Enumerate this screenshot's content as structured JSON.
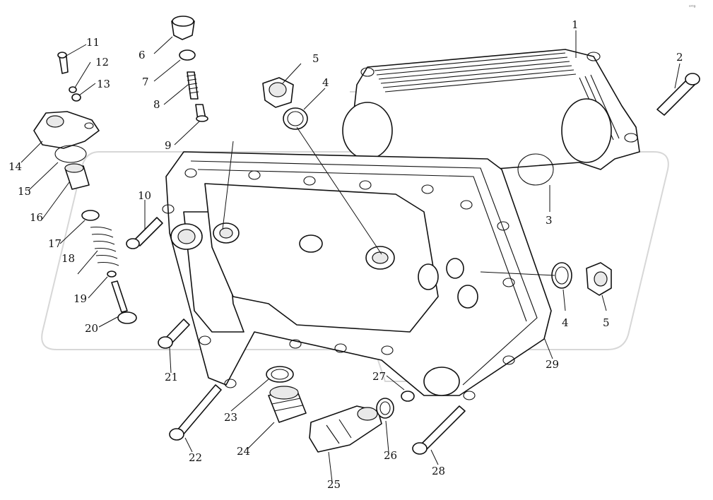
{
  "corner_mark": "ᵒʳᶦᵍ",
  "callouts": [
    {
      "n": "1"
    },
    {
      "n": "2"
    },
    {
      "n": "3"
    },
    {
      "n": "4"
    },
    {
      "n": "5"
    },
    {
      "n": "4"
    },
    {
      "n": "5"
    },
    {
      "n": "6"
    },
    {
      "n": "7"
    },
    {
      "n": "8"
    },
    {
      "n": "9"
    },
    {
      "n": "10"
    },
    {
      "n": "11"
    },
    {
      "n": "12"
    },
    {
      "n": "13"
    },
    {
      "n": "14"
    },
    {
      "n": "15"
    },
    {
      "n": "16"
    },
    {
      "n": "17"
    },
    {
      "n": "18"
    },
    {
      "n": "19"
    },
    {
      "n": "20"
    },
    {
      "n": "21"
    },
    {
      "n": "22"
    },
    {
      "n": "23"
    },
    {
      "n": "24"
    },
    {
      "n": "25"
    },
    {
      "n": "26"
    },
    {
      "n": "27"
    },
    {
      "n": "28"
    },
    {
      "n": "29"
    }
  ]
}
